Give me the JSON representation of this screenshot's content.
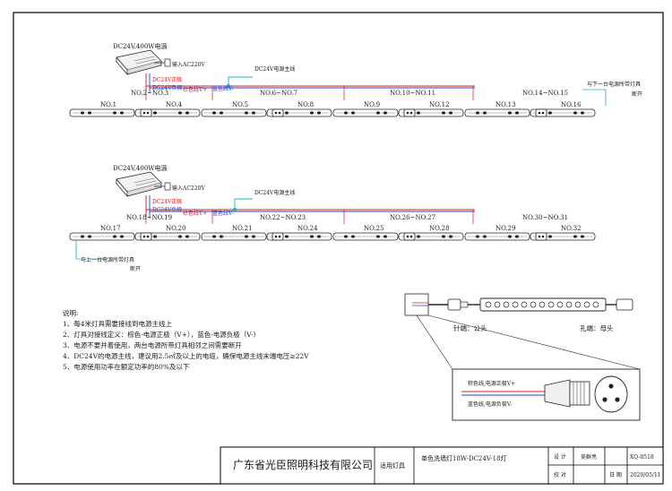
{
  "colors": {
    "positive": "#d02020",
    "negative": "#2040d8",
    "main_line": "#20b0c0",
    "frame": "#000000"
  },
  "section1": {
    "psu_label": "DC24V,400W电源",
    "input_label": "输入AC220V",
    "pos_label": "DC24V正极",
    "neg_label": "DC24V负极",
    "brown_label": "棕色线V+",
    "blue_label": "蓝色线V-",
    "main_line_label": "DC24V电源主线",
    "next_label": "与下一台电源所带灯具",
    "break_label": "断开",
    "top_nums": [
      "NO.2~NO.3",
      "NO.6~NO.7",
      "NO.10~NO.11",
      "NO.14~NO.15"
    ],
    "bottom_nums": [
      "NO.1",
      "NO.4",
      "NO.5",
      "NO.8",
      "NO.9",
      "NO.12",
      "NO.13",
      "NO.16"
    ]
  },
  "section2": {
    "psu_label": "DC24V,400W电源",
    "input_label": "输入AC220V",
    "pos_label": "DC24V正极",
    "neg_label": "DC24V负极",
    "brown_label": "棕色线V+",
    "blue_label": "蓝色线V-",
    "main_line_label": "DC24V电源主线",
    "prev_label": "与上一台电源所带灯具",
    "break_label": "断开",
    "top_nums": [
      "NO.18~NO.19",
      "NO.22~NO.23",
      "NO.26~NO.27",
      "NO.30~NO.31"
    ],
    "bottom_nums": [
      "NO.17",
      "NO.20",
      "NO.21",
      "NO.24",
      "NO.25",
      "NO.28",
      "NO.29",
      "NO.32"
    ]
  },
  "notes": {
    "title": "说明:",
    "items": [
      "1、每4米灯具需要接线到电源主线上",
      "2、灯具对接线定义：棕色-电源正极（V+），蓝色-电源负极（V-）",
      "3、电源不要并着使用，两台电源所带灯具相邻之间需要断开",
      "4、DC24V的电源主线，建议用2.5㎡及以上的电缆，确保电源主线末端电压≥22V",
      "5、电源使用功率在额定功率的80%及以下"
    ]
  },
  "connector": {
    "pin_label": "针端：公头",
    "hole_label": "孔端：母头",
    "brown_line": "棕色线,电源正极V+",
    "blue_line": "蓝色线,电源负极V-"
  },
  "title_block": {
    "company": "广东省光臣照明科技有限公司",
    "applicable_label": "适用灯具",
    "product": "单色洗墙灯18W-DC24V-18灯",
    "design_label": "设 计",
    "designer": "吴群亮",
    "code": "XQ-0518",
    "check_label": "校 对",
    "date_label": "日 期",
    "date": "2020/05/11"
  }
}
